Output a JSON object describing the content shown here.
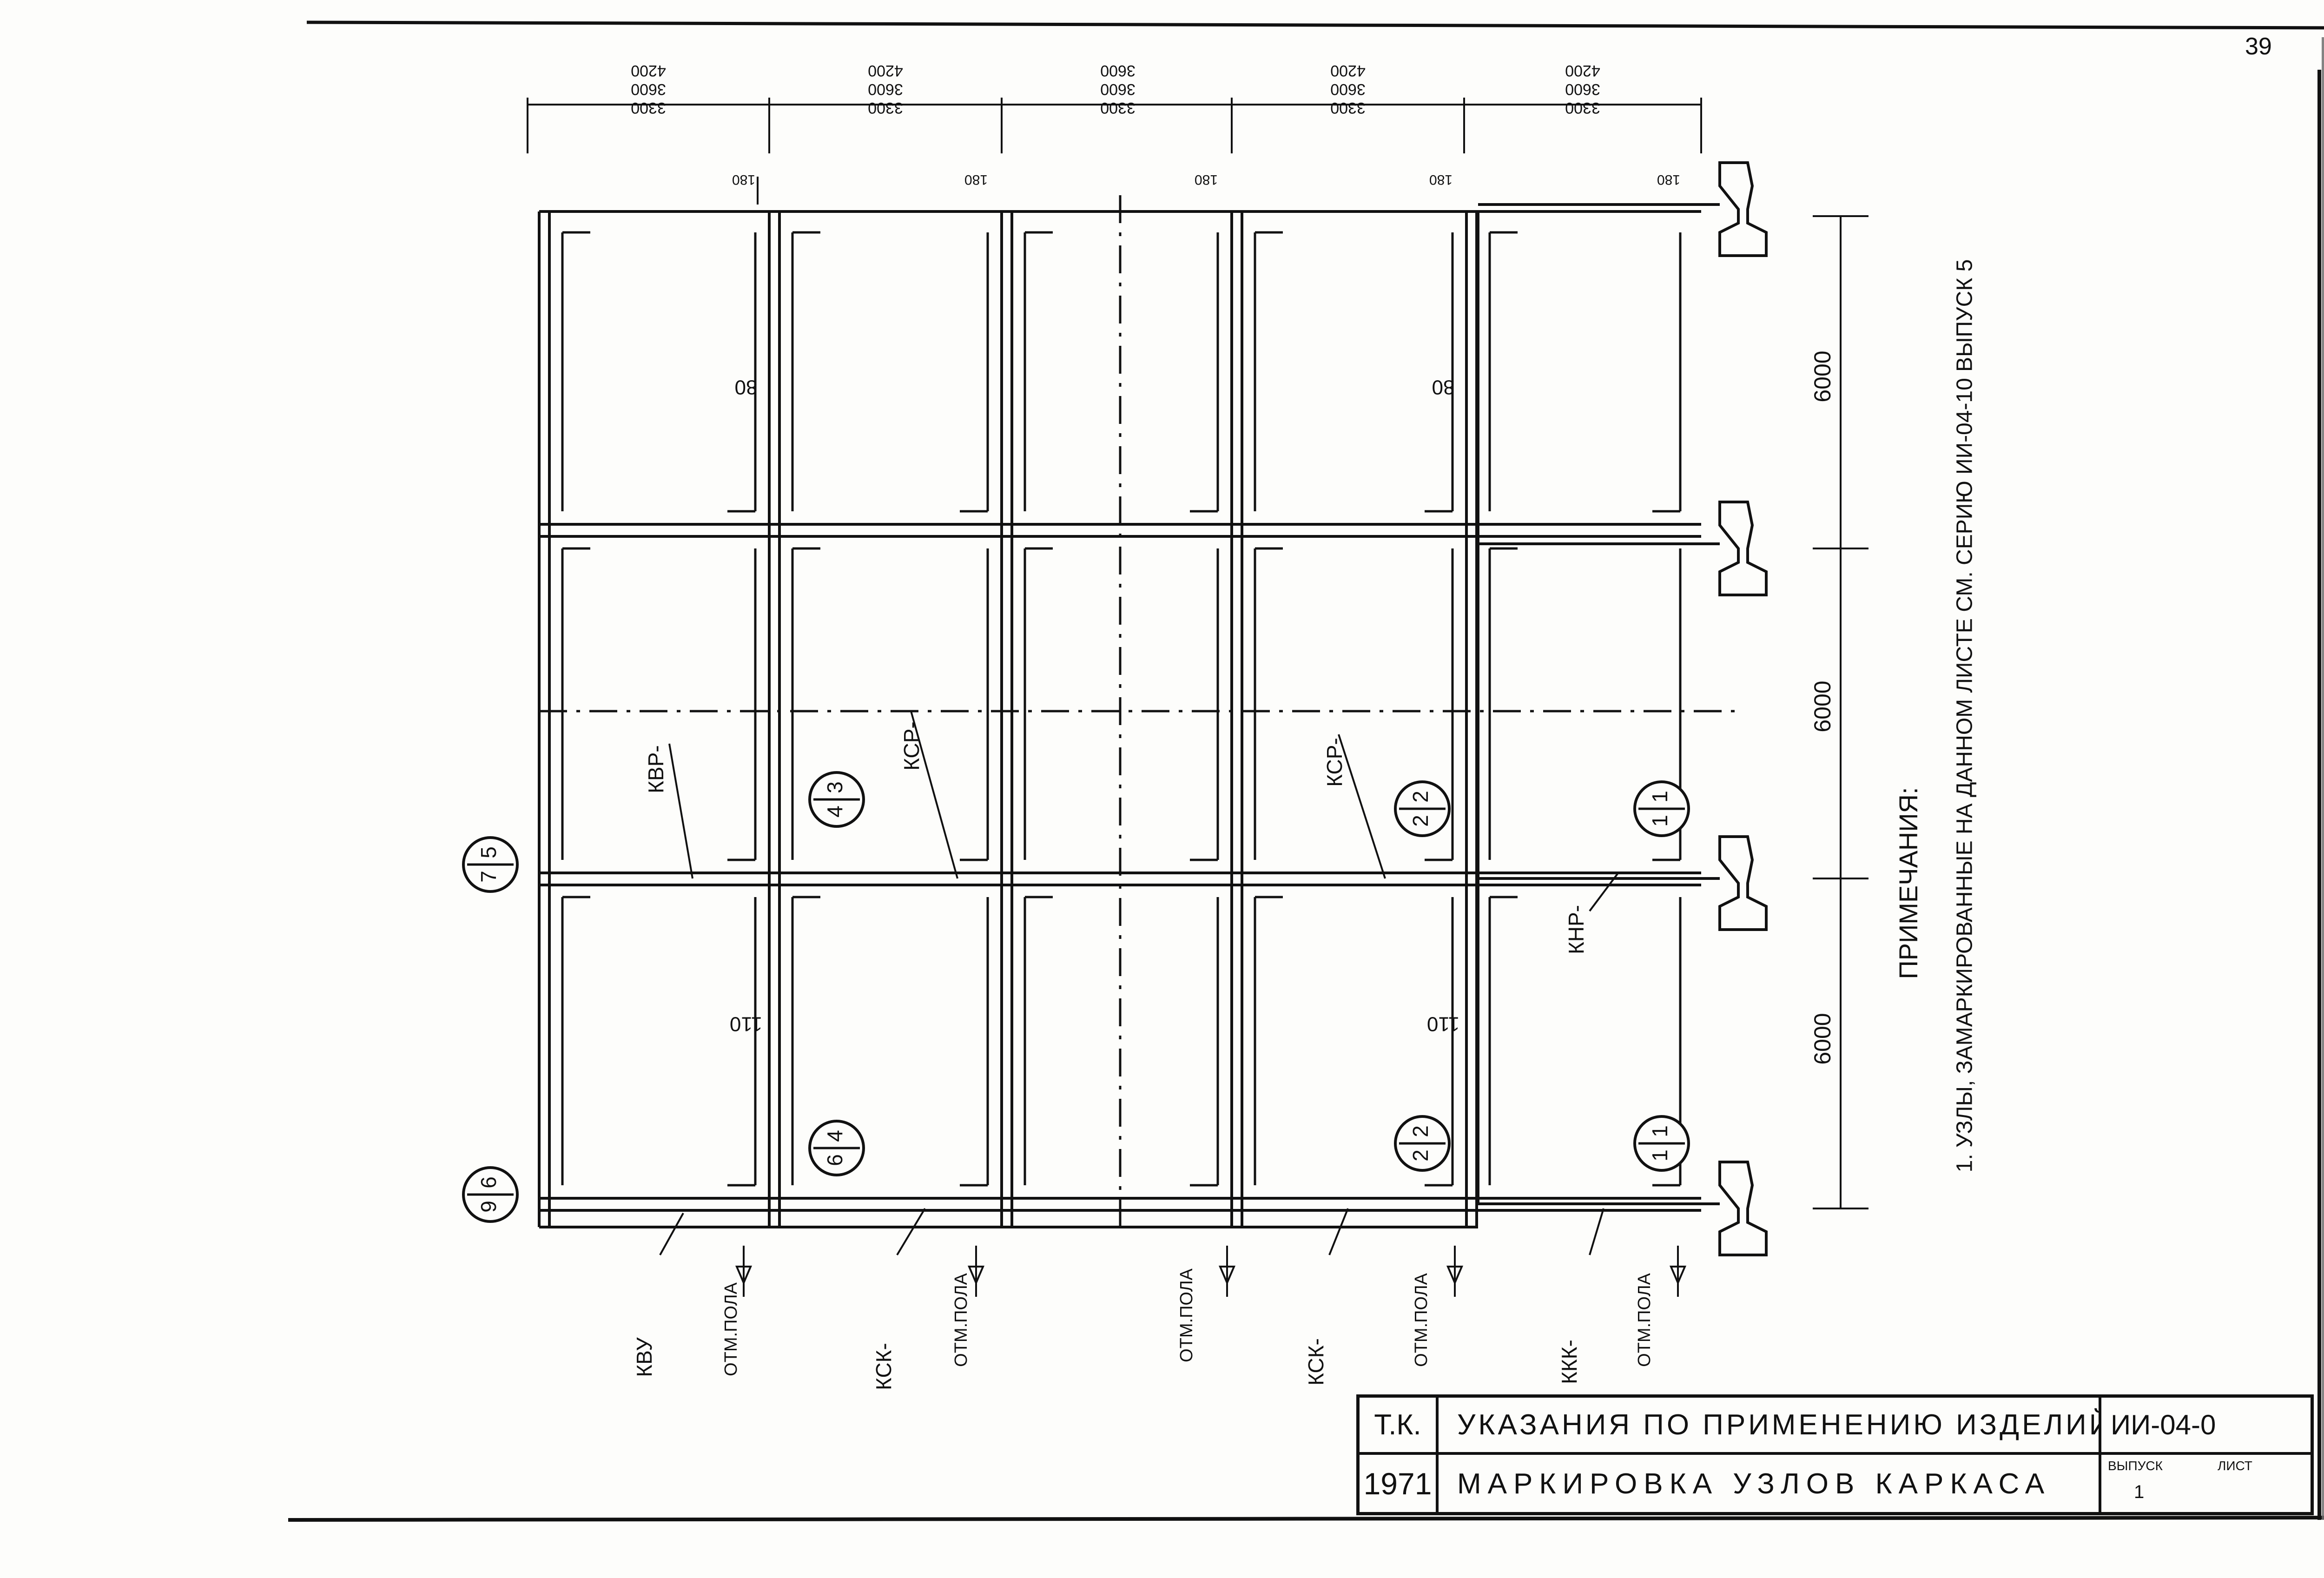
{
  "dimensions_top": {
    "rows": [
      [
        "4200",
        "4200",
        "3600",
        "4200",
        "4200"
      ],
      [
        "3600",
        "3600",
        "3600",
        "3600",
        "3600"
      ],
      [
        "3300",
        "3300",
        "3300",
        "3300",
        "3300"
      ]
    ],
    "small_top": [
      "180",
      "180",
      "180",
      "180",
      "180"
    ]
  },
  "spans_right": [
    "6000",
    "6000",
    "6000"
  ],
  "thickness_labels": [
    "80",
    "80",
    "110",
    "110"
  ],
  "node_markers": [
    {
      "top": "5",
      "bottom": "7"
    },
    {
      "top": "3",
      "bottom": "4"
    },
    {
      "top": "2",
      "bottom": "2"
    },
    {
      "top": "1",
      "bottom": "1"
    },
    {
      "top": "6",
      "bottom": "9"
    },
    {
      "top": "4",
      "bottom": "6"
    },
    {
      "top": "2",
      "bottom": "2"
    },
    {
      "top": "1",
      "bottom": "1"
    }
  ],
  "element_labels_mid": [
    "КВР-",
    "КСР-",
    "КСР-",
    "КНР-"
  ],
  "element_labels_bottom": [
    "КВУ",
    "КСК-",
    "КСК-",
    "ККК-"
  ],
  "floor_marks": [
    "ОТМ.ПОЛА",
    "ОТМ.ПОЛА",
    "ОТМ.ПОЛА",
    "ОТМ.ПОЛА",
    "ОТМ.ПОЛА"
  ],
  "notes": {
    "heading": "ПРИМЕЧАНИЯ:",
    "text": "1. УЗЛЫ, ЗАМАРКИРОВАННЫЕ НА ДАННОМ ЛИСТЕ СМ. СЕРИЮ ИИ-04-10 ВЫПУСК 5"
  },
  "title_block": {
    "org": "Т.К.",
    "year": "1971",
    "title_line1": "УКАЗАНИЯ ПО ПРИМЕНЕНИЮ ИЗДЕЛИЙ",
    "title_line2": "МАРКИРОВКА УЗЛОВ КАРКАСА",
    "series": "ИИ-04-0",
    "issue_label": "ВЫПУСК",
    "issue_value": "1",
    "sheet_label": "ЛИСТ"
  },
  "sheet_number": "39"
}
